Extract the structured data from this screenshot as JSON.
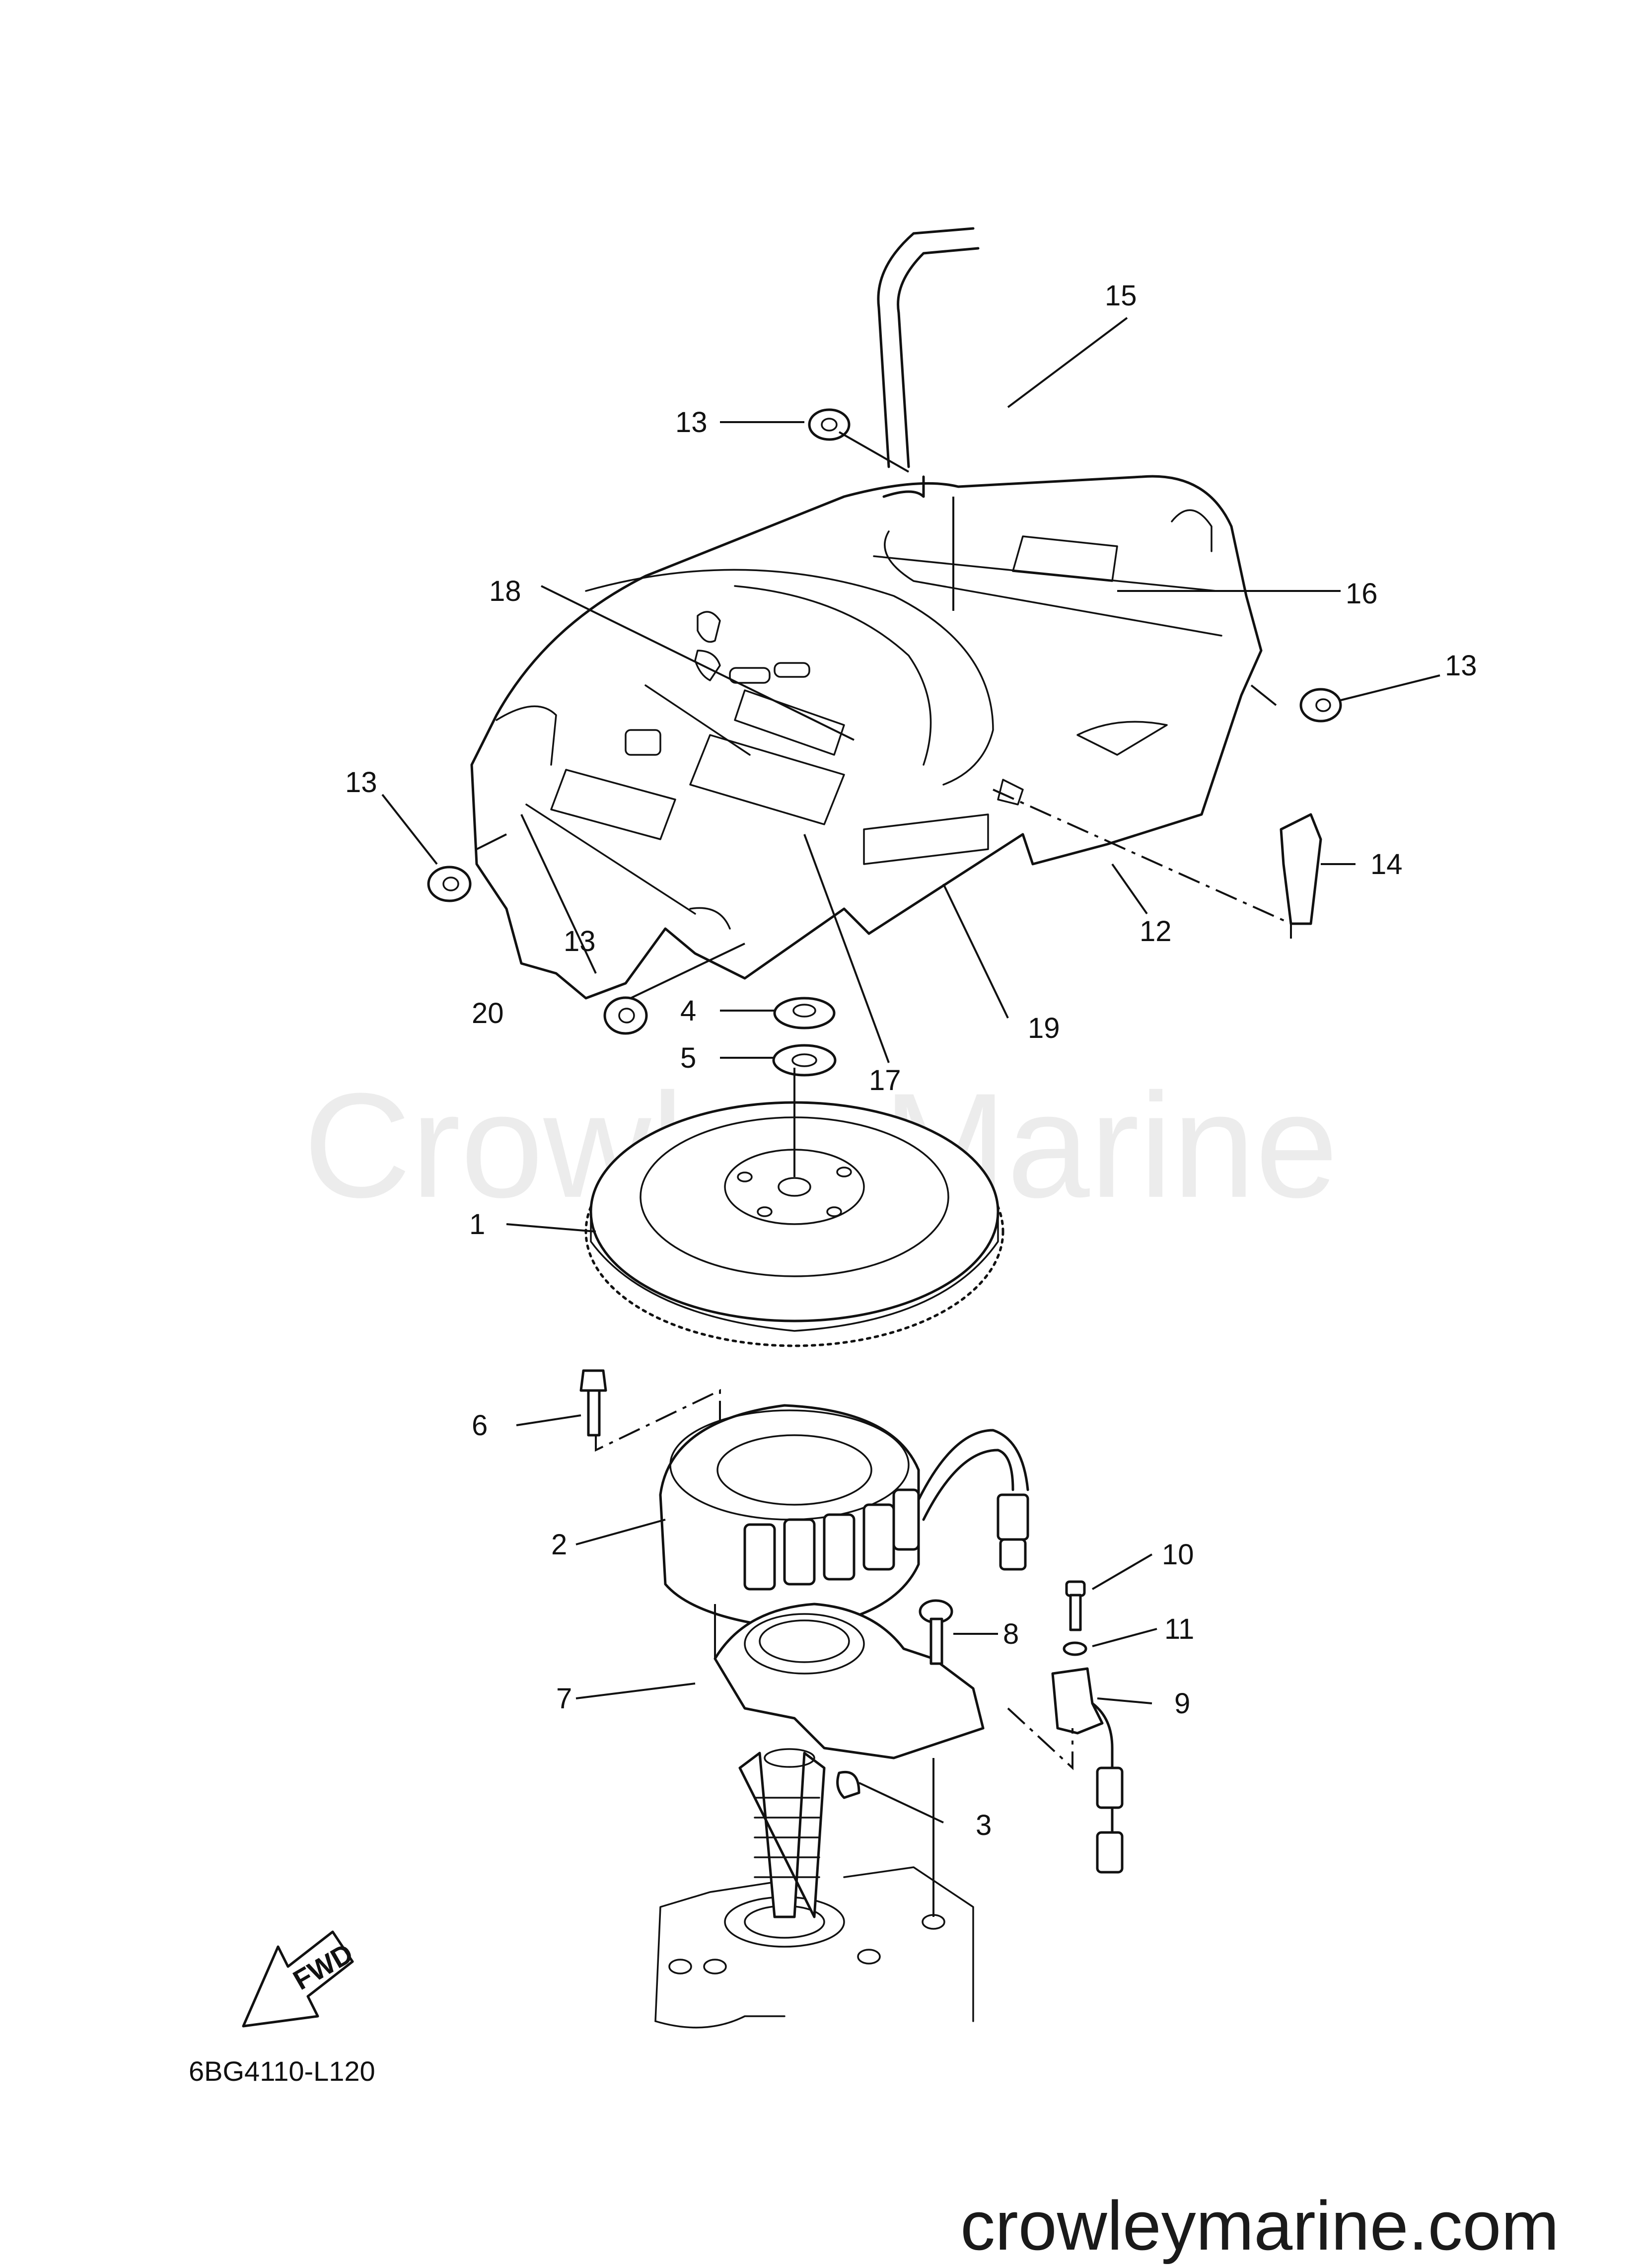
{
  "watermark": "Crowley Marine",
  "footer_url": "crowleymarine.com",
  "diagram_code": "6BG4110-L120",
  "fwd_label": "FWD",
  "callouts": {
    "c1": "1",
    "c2": "2",
    "c3": "3",
    "c4": "4",
    "c5": "5",
    "c6": "6",
    "c7": "7",
    "c8": "8",
    "c9": "9",
    "c10": "10",
    "c11": "11",
    "c12": "12",
    "c13a": "13",
    "c13b": "13",
    "c13c": "13",
    "c13d": "13",
    "c14": "14",
    "c15": "15",
    "c16": "16",
    "c17": "17",
    "c18": "18",
    "c19": "19",
    "c20": "20"
  }
}
